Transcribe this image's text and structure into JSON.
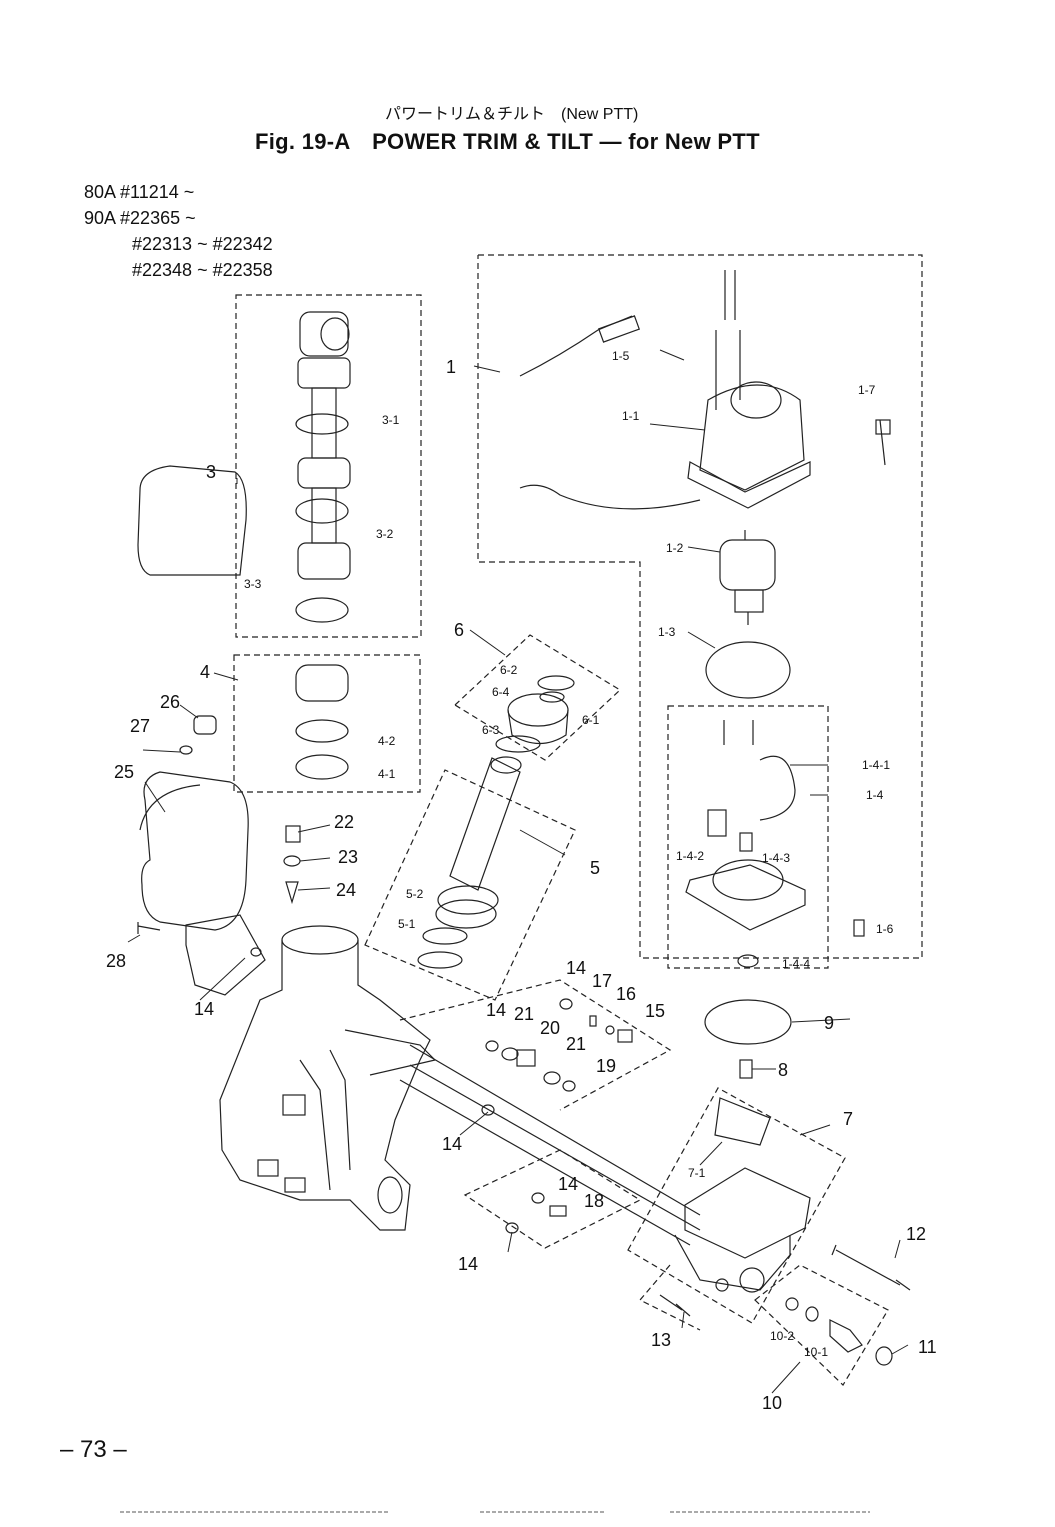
{
  "header": {
    "subtitle_jp": "パワートリム＆チルト　(New PTT)",
    "title": "Fig. 19-A　POWER TRIM & TILT — for New PTT"
  },
  "serials": [
    "80A  #11214 ~",
    "90A  #22365 ~",
    "#22313 ~ #22342",
    "#22348 ~ #22358"
  ],
  "callouts": {
    "c1": "1",
    "c1_1": "1-1",
    "c1_2": "1-2",
    "c1_3": "1-3",
    "c1_4": "1-4",
    "c1_4_1": "1-4-1",
    "c1_4_2": "1-4-2",
    "c1_4_3": "1-4-3",
    "c1_4_4": "1-4-4",
    "c1_5": "1-5",
    "c1_6": "1-6",
    "c1_7": "1-7",
    "c3": "3",
    "c3_1": "3-1",
    "c3_2": "3-2",
    "c3_3": "3-3",
    "c4": "4",
    "c4_1": "4-1",
    "c4_2": "4-2",
    "c5": "5",
    "c5_1": "5-1",
    "c5_2": "5-2",
    "c6": "6",
    "c6_1": "6-1",
    "c6_2": "6-2",
    "c6_3": "6-3",
    "c6_4": "6-4",
    "c7": "7",
    "c7_1": "7-1",
    "c8": "8",
    "c9": "9",
    "c10": "10",
    "c10_1": "10-1",
    "c10_2": "10-2",
    "c11": "11",
    "c12": "12",
    "c13": "13",
    "c14a": "14",
    "c14b": "14",
    "c14c": "14",
    "c14d": "14",
    "c14e": "14",
    "c14f": "14",
    "c15": "15",
    "c16": "16",
    "c17": "17",
    "c18": "18",
    "c19": "19",
    "c20": "20",
    "c21a": "21",
    "c21b": "21",
    "c22": "22",
    "c23": "23",
    "c24": "24",
    "c25": "25",
    "c26": "26",
    "c27": "27",
    "c28": "28"
  },
  "footer": {
    "page_number": "– 73 –"
  }
}
